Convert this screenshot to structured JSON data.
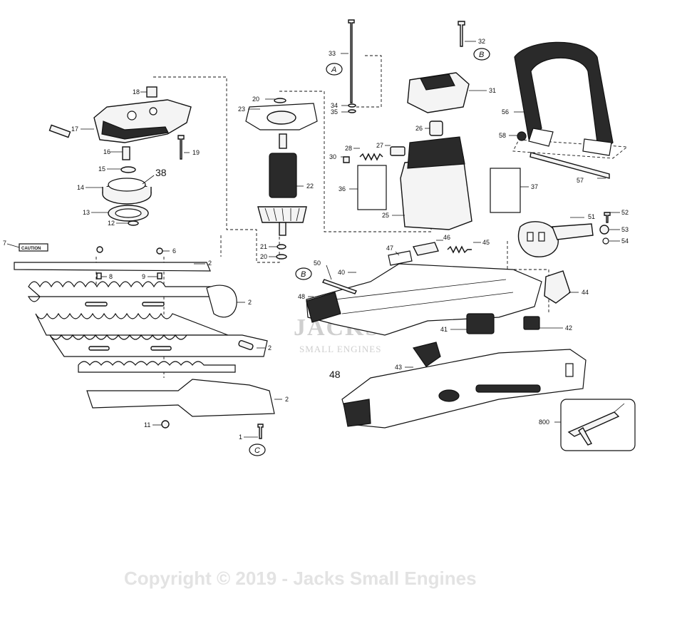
{
  "diagram": {
    "part_numbers": {
      "p1": "1",
      "p2a": "2",
      "p2b": "2",
      "p2c": "2",
      "p2d": "2",
      "p6": "6",
      "p7": "7",
      "p8": "8",
      "p9": "9",
      "p11": "11",
      "p12": "12",
      "p13": "13",
      "p14": "14",
      "p15": "15",
      "p16": "16",
      "p17": "17",
      "p18": "18",
      "p19": "19",
      "p20a": "20",
      "p20b": "20",
      "p21": "21",
      "p22": "22",
      "p23": "23",
      "p25": "25",
      "p26": "26",
      "p27": "27",
      "p28": "28",
      "p30": "30",
      "p31": "31",
      "p32": "32",
      "p33": "33",
      "p34": "34",
      "p35": "35",
      "p36": "36",
      "p37": "37",
      "p38": "38",
      "p40": "40",
      "p41": "41",
      "p42": "42",
      "p43": "43",
      "p44": "44",
      "p45": "45",
      "p46": "46",
      "p47": "47",
      "p48a": "48",
      "p48b": "48",
      "p50": "50",
      "p51": "51",
      "p52": "52",
      "p53": "53",
      "p54": "54",
      "p56": "56",
      "p57": "57",
      "p58": "58",
      "p800": "800"
    },
    "callouts": {
      "a": "A",
      "b1": "B",
      "b2": "B",
      "c": "C"
    },
    "caution_label": "CAUTION"
  },
  "watermark": {
    "logo": "JACKS",
    "sub": "SMALL ENGINES",
    "copyright": "Copyright © 2019 - Jacks Small Engines"
  }
}
